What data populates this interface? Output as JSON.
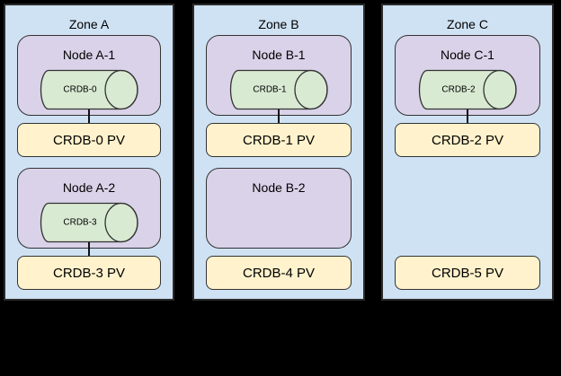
{
  "diagram": {
    "description_colors": {
      "canvas_background": "#000000",
      "zone_fill": "#cfe2f3",
      "zone_border": "#2b2b2b",
      "node_fill": "#d9d2e9",
      "pod_cylinder_fill": "#d9ead3",
      "pv_fill": "#fff2cc",
      "shape_border": "#333333",
      "text": "#000000"
    },
    "zones": [
      {
        "title": "Zone A",
        "node1": {
          "label": "Node A-1",
          "pod": "CRDB-0"
        },
        "pv1": "CRDB-0 PV",
        "node2": {
          "label": "Node A-2",
          "pod": "CRDB-3"
        },
        "pv2": "CRDB-3 PV"
      },
      {
        "title": "Zone B",
        "node1": {
          "label": "Node B-1",
          "pod": "CRDB-1"
        },
        "pv1": "CRDB-1 PV",
        "node2": {
          "label": "Node B-2",
          "pod": null
        },
        "pv2": "CRDB-4 PV"
      },
      {
        "title": "Zone C",
        "node1": {
          "label": "Node C-1",
          "pod": "CRDB-2"
        },
        "pv1": "CRDB-2 PV",
        "node2": null,
        "pv2": "CRDB-5 PV"
      }
    ]
  }
}
